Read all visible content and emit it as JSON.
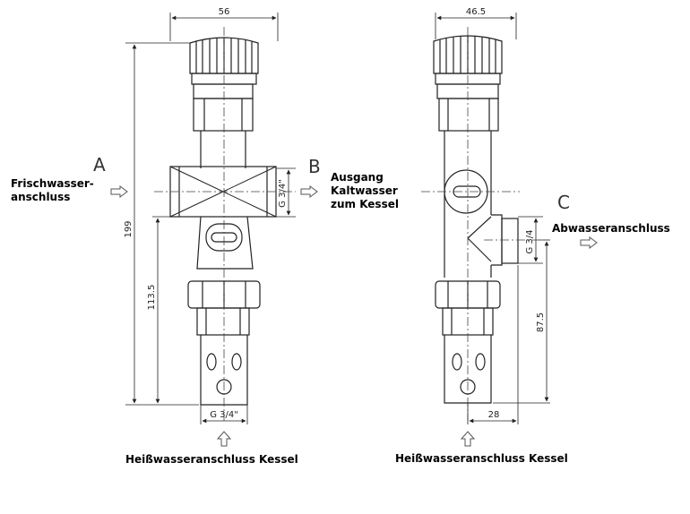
{
  "left_view": {
    "dims": {
      "top_width": "56",
      "overall_height": "199",
      "lower_height": "113.5",
      "side_thread": "G 3/4\"",
      "bottom_thread": "G 3/4\""
    },
    "letter_a": "A",
    "letter_b": "B",
    "inlet_label": [
      "Frischwasser-",
      "anschluss"
    ],
    "outlet_label": [
      "Ausgang",
      "Kaltwasser",
      "zum Kessel"
    ],
    "bottom_label": "Heißwasseranschluss Kessel"
  },
  "right_view": {
    "dims": {
      "top_width": "46.5",
      "side_thread": "G 3/4",
      "lower_height": "87.5",
      "bottom_offset": "28"
    },
    "letter_c": "C",
    "drain_label": "Abwasseranschluss",
    "bottom_label": "Heißwasseranschluss Kessel"
  }
}
